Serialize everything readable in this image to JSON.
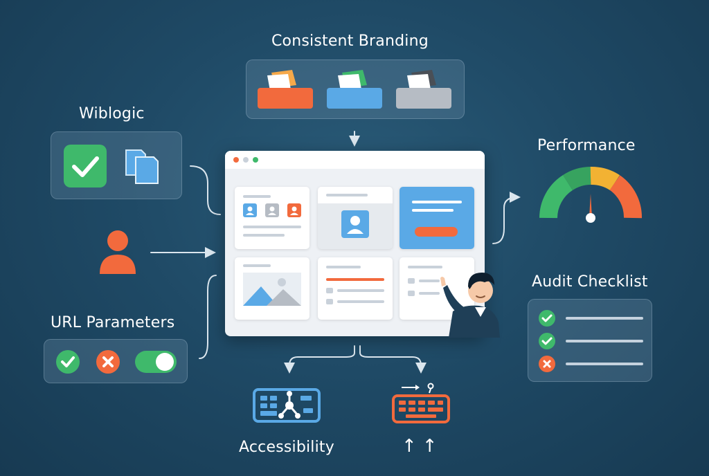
{
  "labels": {
    "consistent_branding": "Consistent Branding",
    "wiblogic": "Wiblogic",
    "performance": "Performance",
    "audit_checklist": "Audit Checklist",
    "url_parameters": "URL Parameters",
    "accessibility": "Accessibility",
    "arrows_text": "↑↑"
  },
  "colors": {
    "orange": "#f26a3d",
    "blue": "#5aa9e6",
    "gray": "#b6bcc4",
    "green": "#3fb96b",
    "yellow": "#f2b233",
    "dark": "#0f2f45"
  },
  "icons": {
    "branding": [
      "orange-folder-icon",
      "blue-folder-icon",
      "gray-folder-icon"
    ],
    "wiblogic": [
      "green-check-icon",
      "file-copy-icon"
    ],
    "user": "user-icon",
    "url_parameters": [
      "check-circle-icon",
      "x-circle-icon",
      "toggle-switch-icon"
    ],
    "performance": "gauge-icon",
    "audit": [
      "check-circle-icon",
      "check-circle-icon",
      "x-circle-icon"
    ],
    "accessibility": "keyboard-network-icon",
    "keyboard": "keyboard-icon"
  }
}
